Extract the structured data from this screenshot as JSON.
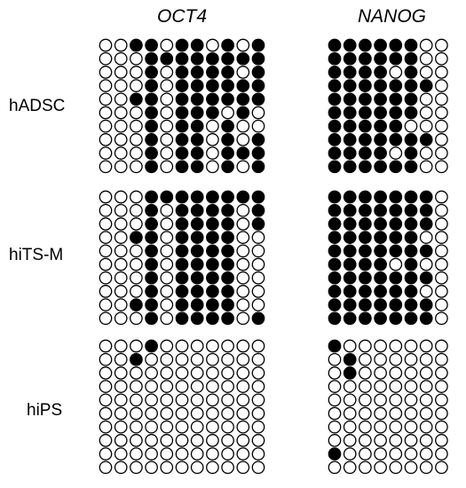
{
  "genes": [
    "OCT4",
    "NANOG"
  ],
  "samples": [
    "hADSC",
    "hiTS-M",
    "hiPS"
  ],
  "colors": {
    "methylated": "#000000",
    "unmethylated": "#ffffff",
    "stroke": "#000000"
  },
  "legend_note_methylated": "1",
  "legend_note_unmethylated": "0",
  "grids": [
    {
      "sample": "hADSC",
      "gene": "OCT4",
      "rows": [
        [
          0,
          0,
          1,
          1,
          0,
          1,
          1,
          0,
          1,
          0,
          1
        ],
        [
          0,
          0,
          0,
          1,
          1,
          1,
          1,
          1,
          1,
          1,
          1
        ],
        [
          0,
          0,
          0,
          1,
          0,
          1,
          1,
          1,
          1,
          0,
          1
        ],
        [
          0,
          0,
          0,
          1,
          0,
          1,
          1,
          1,
          1,
          1,
          1
        ],
        [
          0,
          0,
          1,
          1,
          0,
          1,
          1,
          1,
          1,
          1,
          1
        ],
        [
          0,
          0,
          0,
          1,
          0,
          1,
          1,
          1,
          0,
          1,
          0
        ],
        [
          0,
          0,
          0,
          1,
          0,
          1,
          1,
          0,
          1,
          0,
          0
        ],
        [
          0,
          0,
          0,
          1,
          0,
          1,
          1,
          0,
          1,
          0,
          1
        ],
        [
          0,
          0,
          0,
          1,
          0,
          1,
          1,
          0,
          1,
          1,
          1
        ],
        [
          0,
          0,
          0,
          1,
          0,
          1,
          1,
          0,
          1,
          0,
          1
        ]
      ]
    },
    {
      "sample": "hADSC",
      "gene": "NANOG",
      "rows": [
        [
          1,
          1,
          1,
          1,
          1,
          1,
          0,
          0
        ],
        [
          1,
          1,
          1,
          1,
          1,
          1,
          0,
          0
        ],
        [
          1,
          1,
          1,
          1,
          0,
          1,
          0,
          0
        ],
        [
          1,
          1,
          1,
          1,
          1,
          1,
          1,
          0
        ],
        [
          1,
          1,
          1,
          1,
          1,
          1,
          0,
          0
        ],
        [
          1,
          1,
          1,
          1,
          1,
          1,
          0,
          0
        ],
        [
          1,
          1,
          1,
          1,
          1,
          0,
          0,
          0
        ],
        [
          1,
          1,
          1,
          1,
          1,
          1,
          1,
          0
        ],
        [
          1,
          1,
          1,
          1,
          0,
          1,
          0,
          0
        ],
        [
          1,
          1,
          1,
          1,
          1,
          1,
          0,
          0
        ]
      ]
    },
    {
      "sample": "hiTS-M",
      "gene": "OCT4",
      "rows": [
        [
          0,
          0,
          0,
          1,
          1,
          1,
          1,
          1,
          1,
          1,
          1
        ],
        [
          0,
          0,
          0,
          1,
          0,
          1,
          1,
          1,
          1,
          0,
          1
        ],
        [
          0,
          0,
          0,
          1,
          0,
          1,
          1,
          1,
          1,
          0,
          1
        ],
        [
          0,
          0,
          1,
          1,
          0,
          1,
          1,
          1,
          1,
          0,
          0
        ],
        [
          0,
          0,
          0,
          1,
          0,
          1,
          1,
          1,
          1,
          0,
          0
        ],
        [
          0,
          0,
          0,
          1,
          0,
          1,
          1,
          1,
          1,
          0,
          0
        ],
        [
          0,
          0,
          0,
          1,
          0,
          1,
          1,
          1,
          1,
          0,
          0
        ],
        [
          0,
          0,
          0,
          1,
          0,
          1,
          1,
          1,
          1,
          0,
          0
        ],
        [
          0,
          0,
          1,
          1,
          0,
          1,
          1,
          1,
          1,
          0,
          0
        ],
        [
          0,
          0,
          0,
          1,
          0,
          1,
          1,
          1,
          1,
          0,
          1
        ]
      ]
    },
    {
      "sample": "hiTS-M",
      "gene": "NANOG",
      "rows": [
        [
          1,
          1,
          1,
          1,
          1,
          1,
          1,
          0
        ],
        [
          1,
          1,
          1,
          1,
          1,
          1,
          1,
          0
        ],
        [
          1,
          1,
          1,
          1,
          1,
          1,
          1,
          0
        ],
        [
          1,
          1,
          1,
          1,
          1,
          1,
          0,
          0
        ],
        [
          1,
          1,
          1,
          1,
          1,
          1,
          1,
          0
        ],
        [
          1,
          1,
          1,
          1,
          0,
          1,
          0,
          0
        ],
        [
          1,
          1,
          1,
          1,
          1,
          1,
          1,
          0
        ],
        [
          1,
          1,
          1,
          1,
          1,
          1,
          0,
          0
        ],
        [
          1,
          1,
          1,
          1,
          1,
          1,
          1,
          0
        ],
        [
          1,
          1,
          1,
          1,
          1,
          1,
          1,
          0
        ]
      ]
    },
    {
      "sample": "hiPS",
      "gene": "OCT4",
      "rows": [
        [
          0,
          0,
          0,
          1,
          0,
          0,
          0,
          0,
          0,
          0,
          0
        ],
        [
          0,
          0,
          1,
          0,
          0,
          0,
          0,
          0,
          0,
          0,
          0
        ],
        [
          0,
          0,
          0,
          0,
          0,
          0,
          0,
          0,
          0,
          0,
          0
        ],
        [
          0,
          0,
          0,
          0,
          0,
          0,
          0,
          0,
          0,
          0,
          0
        ],
        [
          0,
          0,
          0,
          0,
          0,
          0,
          0,
          0,
          0,
          0,
          0
        ],
        [
          0,
          0,
          0,
          0,
          0,
          0,
          0,
          0,
          0,
          0,
          0
        ],
        [
          0,
          0,
          0,
          0,
          0,
          0,
          0,
          0,
          0,
          0,
          0
        ],
        [
          0,
          0,
          0,
          0,
          0,
          0,
          0,
          0,
          0,
          0,
          0
        ],
        [
          0,
          0,
          0,
          0,
          0,
          0,
          0,
          0,
          0,
          0,
          0
        ],
        [
          0,
          0,
          0,
          0,
          0,
          0,
          0,
          0,
          0,
          0,
          0
        ]
      ]
    },
    {
      "sample": "hiPS",
      "gene": "NANOG",
      "rows": [
        [
          1,
          0,
          0,
          0,
          0,
          0,
          0,
          0
        ],
        [
          0,
          1,
          0,
          0,
          0,
          0,
          0,
          0
        ],
        [
          0,
          1,
          0,
          0,
          0,
          0,
          0,
          0
        ],
        [
          0,
          0,
          0,
          0,
          0,
          0,
          0,
          0
        ],
        [
          0,
          0,
          0,
          0,
          0,
          0,
          0,
          0
        ],
        [
          0,
          0,
          0,
          0,
          0,
          0,
          0,
          0
        ],
        [
          0,
          0,
          0,
          0,
          0,
          0,
          0,
          0
        ],
        [
          0,
          0,
          0,
          0,
          0,
          0,
          0,
          0
        ],
        [
          1,
          0,
          0,
          0,
          0,
          0,
          0,
          0
        ],
        [
          0,
          0,
          0,
          0,
          0,
          0,
          0,
          0
        ]
      ]
    }
  ]
}
